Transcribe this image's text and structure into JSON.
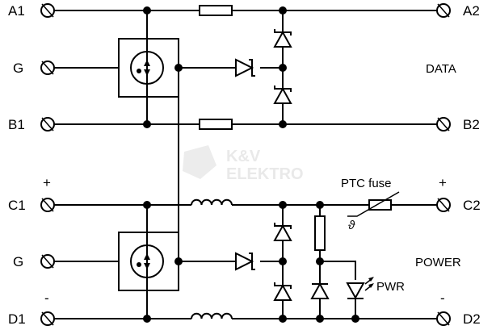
{
  "terminals": {
    "a1": "A1",
    "a2": "A2",
    "g_top": "G",
    "g_bottom": "G",
    "b1": "B1",
    "b2": "B2",
    "c1": "C1",
    "c2": "C2",
    "d1": "D1",
    "d2": "D2"
  },
  "polarity": {
    "c1_plus": "+",
    "c2_plus": "+",
    "d1_minus": "-",
    "d2_minus": "-"
  },
  "section_labels": {
    "data": "DATA",
    "power": "POWER"
  },
  "annotations": {
    "ptc_fuse": "PTC fuse",
    "theta": "ϑ",
    "pwr": "PWR"
  },
  "watermark": {
    "line1": "K&V",
    "line2": "ELEKTRO"
  }
}
